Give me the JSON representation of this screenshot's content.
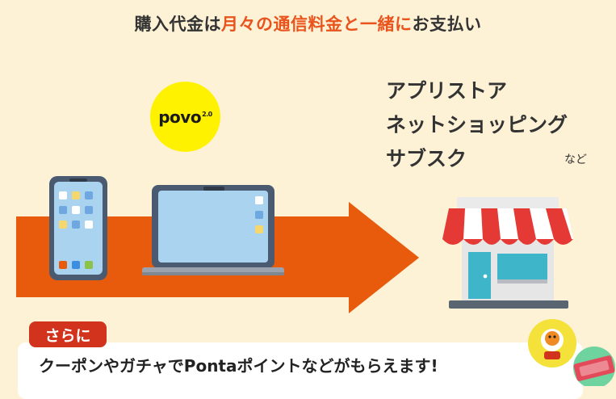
{
  "headline": {
    "part1": "購入代金は",
    "part2": "月々の通信料金と一緒に",
    "part3": "お支払い"
  },
  "povo_logo": {
    "text": "povo",
    "superscript": "2.0"
  },
  "services": [
    "アプリストア",
    "ネットショッピング",
    "サブスク"
  ],
  "services_suffix": "など",
  "bonus": {
    "badge": "さらに",
    "text": "クーポンやガチャでPontaポイントなどがもらえます!"
  },
  "colors": {
    "background": "#fdf1d6",
    "accent_orange": "#e8541c",
    "arrow": "#e85a0c",
    "povo_yellow": "#fff200",
    "badge_red": "#d1331c"
  },
  "icons": [
    "smartphone-icon",
    "laptop-icon",
    "store-icon",
    "ponta-mascot-icon",
    "coupon-ticket-icon"
  ]
}
